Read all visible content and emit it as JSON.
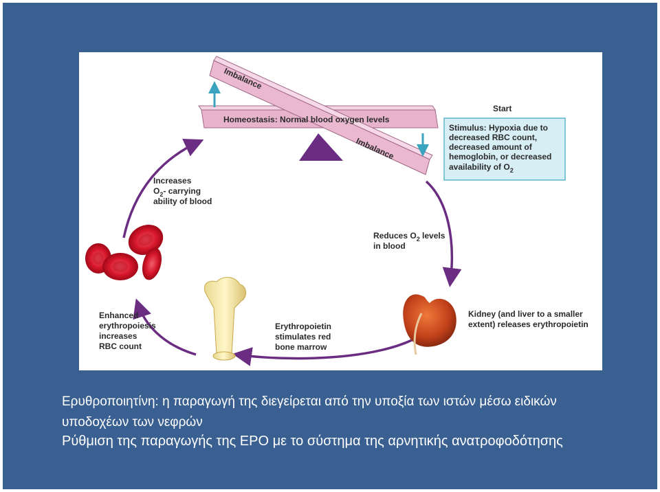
{
  "caption": {
    "line1": "Ερυθροποιητίνη: η  παραγωγή της διεγείρεται από την υποξία των ιστών μέσω ειδικών",
    "line2": "υποδοχέων  των νεφρών",
    "line3": "Ρύθμιση της παραγωγής της EPO με το σύστημα της αρνητικής ανατροφοδότησης"
  },
  "diagram": {
    "homeostasis": "Homeostasis: Normal blood oxygen levels",
    "imbalance_top": "Imbalance",
    "imbalance_bottom": "Imbalance",
    "start": "Start",
    "stimulus": {
      "l1": "Stimulus: Hypoxia due to",
      "l2": "decreased RBC count,",
      "l3": "decreased amount of",
      "l4": "hemoglobin, or decreased",
      "l5": "availability of O",
      "l5_sub": "2"
    },
    "reduces": {
      "l1": "Reduces O",
      "l1_sub": "2",
      "l1_end": " levels",
      "l2": "in blood"
    },
    "kidney": {
      "l1": "Kidney (and liver to a smaller",
      "l2": "extent) releases erythropoietin"
    },
    "epo": {
      "l1": "Erythropoietin",
      "l2": "stimulates red",
      "l3": "bone marrow"
    },
    "enhanced": {
      "l1": "Enhanced",
      "l2": "erythropoiesis",
      "l3": "increases",
      "l4": "RBC count"
    },
    "increases": {
      "l1": "Increases",
      "l2a": "O",
      "l2_sub": "2",
      "l2_end": "- carrying",
      "l3": "ability of blood"
    }
  },
  "colors": {
    "background": "#3a5f91",
    "cycle_arrow": "#6b2d82",
    "stimulus_box_fill": "#d8eef5",
    "stimulus_box_border": "#5bb6cf",
    "beam": "#e8b4cc",
    "fulcrum": "#6b2d82",
    "up_down_arrows": "#3aa3c0"
  }
}
